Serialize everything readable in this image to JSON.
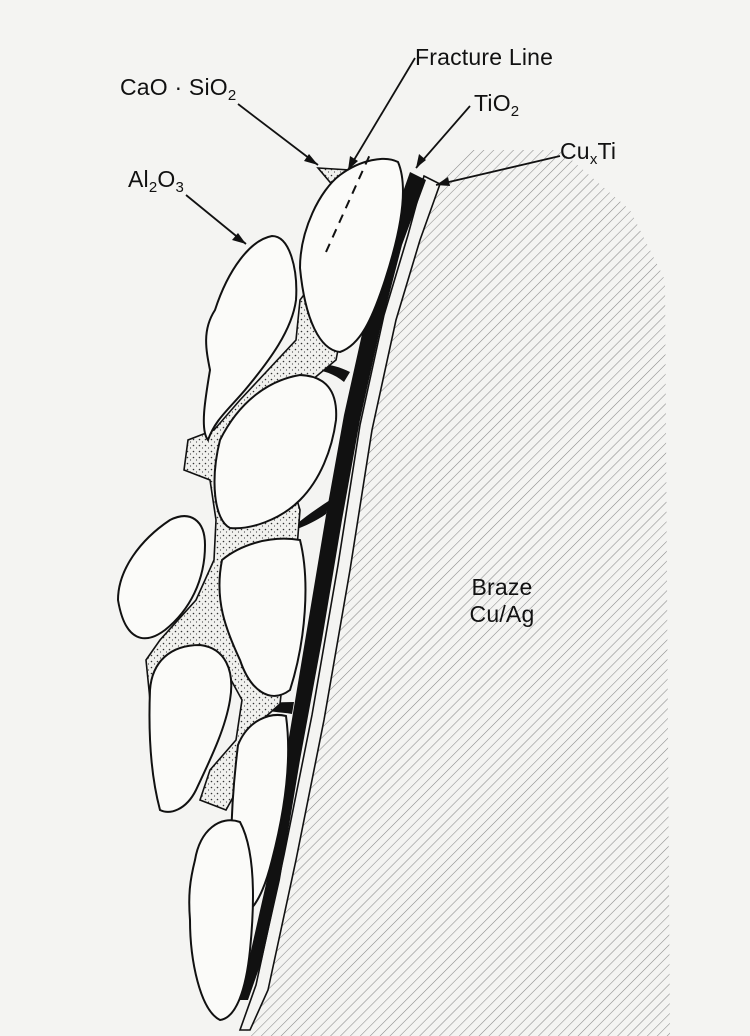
{
  "diagram": {
    "labels": {
      "fracture_line": "Fracture Line",
      "cao_sio2": {
        "pre": "CaO · SiO",
        "sub": "2",
        "post": ""
      },
      "tio2": {
        "pre": "TiO",
        "sub": "2",
        "post": ""
      },
      "al2o3": {
        "a": "Al",
        "sub1": "2",
        "b": "O",
        "sub2": "3"
      },
      "cuxti": {
        "pre": "Cu",
        "sub": "x",
        "post": "Ti"
      },
      "braze_line1": "Braze",
      "braze_line2": "Cu/Ag"
    },
    "colors": {
      "ink": "#111111",
      "background": "#f4f4f2",
      "grain_fill": "#fbfbf9",
      "hatch": "#8a8a8a"
    }
  }
}
